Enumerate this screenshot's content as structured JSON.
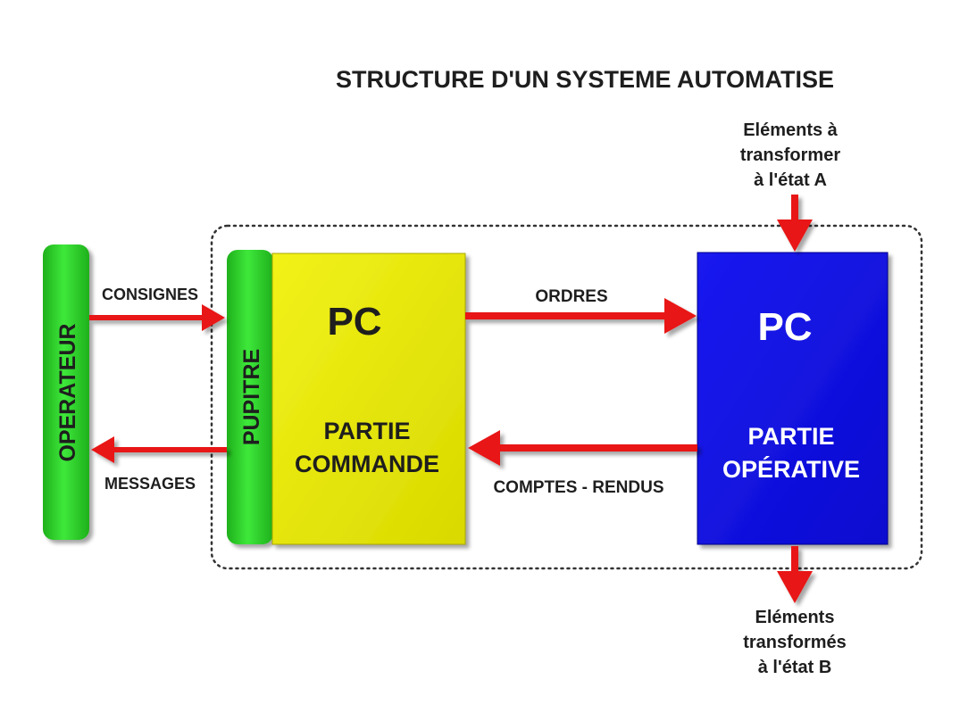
{
  "title": "STRUCTURE D'UN SYSTEME AUTOMATISE",
  "nodes": {
    "operateur": {
      "label": "OPERATEUR",
      "color": "#2fd32c"
    },
    "pupitre": {
      "label": "PUPITRE",
      "color": "#2fd32c"
    },
    "partie_commande": {
      "abbr": "PC",
      "line1": "PARTIE",
      "line2": "COMMANDE",
      "color": "#e6e600"
    },
    "partie_operative": {
      "abbr": "PC",
      "line1": "PARTIE",
      "line2": "OPÉRATIVE",
      "color": "#1313e6"
    }
  },
  "flows": {
    "consignes": "CONSIGNES",
    "messages": "MESSAGES",
    "ordres": "ORDRES",
    "comptes_rendus": "COMPTES - RENDUS"
  },
  "input": {
    "lines": [
      "Eléments à",
      "transformer",
      "à l'état A"
    ]
  },
  "output": {
    "lines": [
      "Eléments",
      "transformés",
      "à l'état B"
    ]
  },
  "colors": {
    "arrow": "#e81818",
    "boundary": "#333333",
    "text_dark": "#1e1e1e",
    "text_light": "#ffffff"
  }
}
